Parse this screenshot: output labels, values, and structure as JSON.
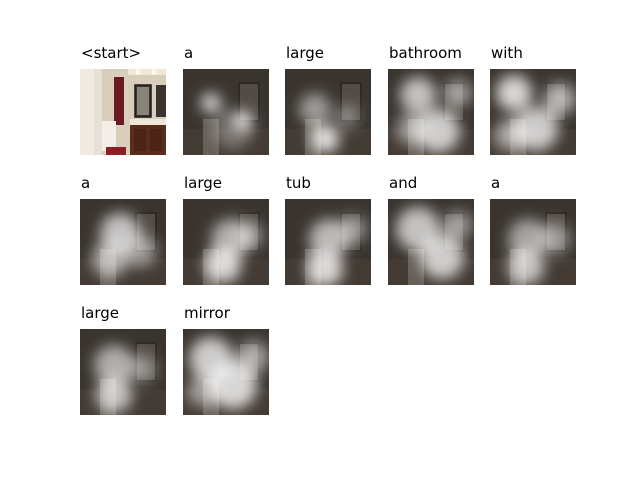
{
  "figure": {
    "panels": [
      {
        "word": "<start>",
        "image": "bathroom-photo"
      },
      {
        "word": "a",
        "image": "attention-map"
      },
      {
        "word": "large",
        "image": "attention-map"
      },
      {
        "word": "bathroom",
        "image": "attention-map"
      },
      {
        "word": "with",
        "image": "attention-map"
      },
      {
        "word": "a",
        "image": "attention-map"
      },
      {
        "word": "large",
        "image": "attention-map"
      },
      {
        "word": "tub",
        "image": "attention-map"
      },
      {
        "word": "and",
        "image": "attention-map"
      },
      {
        "word": "a",
        "image": "attention-map"
      },
      {
        "word": "large",
        "image": "attention-map"
      },
      {
        "word": "mirror",
        "image": "attention-map"
      }
    ]
  }
}
